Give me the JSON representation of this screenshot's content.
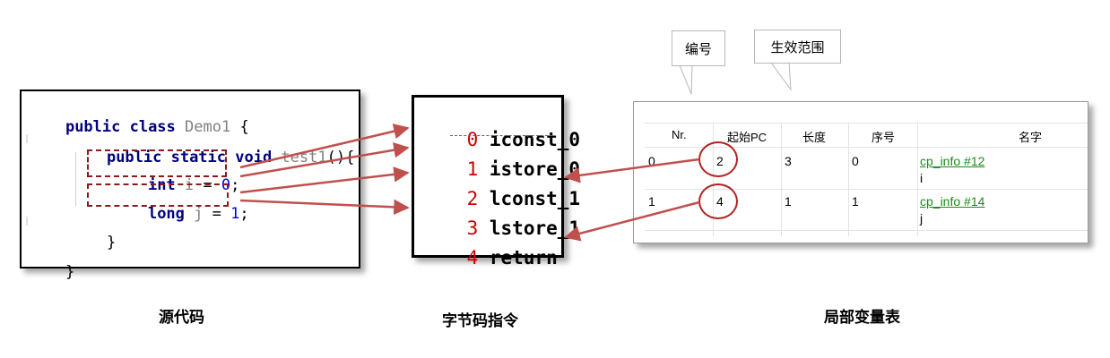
{
  "source_code": {
    "caption": "源代码",
    "lines": [
      {
        "kw": "public class",
        "name": " Demo1",
        "rest": " {"
      },
      {
        "kw": "public static void",
        "name": " test1",
        "rest": "(){"
      },
      {
        "kw": "int",
        "name": " i",
        "rest": " = ",
        "num": "0",
        "end": ";"
      },
      {
        "kw": "long",
        "name": " j",
        "rest": " = ",
        "num": "1",
        "end": ";"
      },
      {
        "text": "}"
      },
      {
        "text": "}"
      }
    ]
  },
  "bytecode": {
    "caption": "字节码指令",
    "instructions": [
      {
        "index": "0",
        "op": "iconst_0"
      },
      {
        "index": "1",
        "op": "istore_0"
      },
      {
        "index": "2",
        "op": "lconst_1"
      },
      {
        "index": "3",
        "op": "lstore_1"
      },
      {
        "index": "4",
        "op": "return"
      }
    ]
  },
  "local_variable_table": {
    "caption": "局部变量表",
    "headers": [
      "Nr.",
      "起始PC",
      "长度",
      "序号",
      "名字"
    ],
    "rows": [
      {
        "nr": "0",
        "start_pc": "2",
        "length": "3",
        "index": "0",
        "name_link": "cp_info #12",
        "name": "i"
      },
      {
        "nr": "1",
        "start_pc": "4",
        "length": "1",
        "index": "1",
        "name_link": "cp_info #14",
        "name": "j"
      }
    ]
  },
  "callouts": {
    "number": "编号",
    "scope": "生效范围"
  },
  "colors": {
    "arrow": "#c0504d",
    "dashed_box": "#8b1a1a",
    "circle": "#b22222",
    "link": "#1a8a1a",
    "keyword": "#000080",
    "identifier": "#808080",
    "number_literal": "#0000ff",
    "bytecode_index": "#cc0000"
  }
}
